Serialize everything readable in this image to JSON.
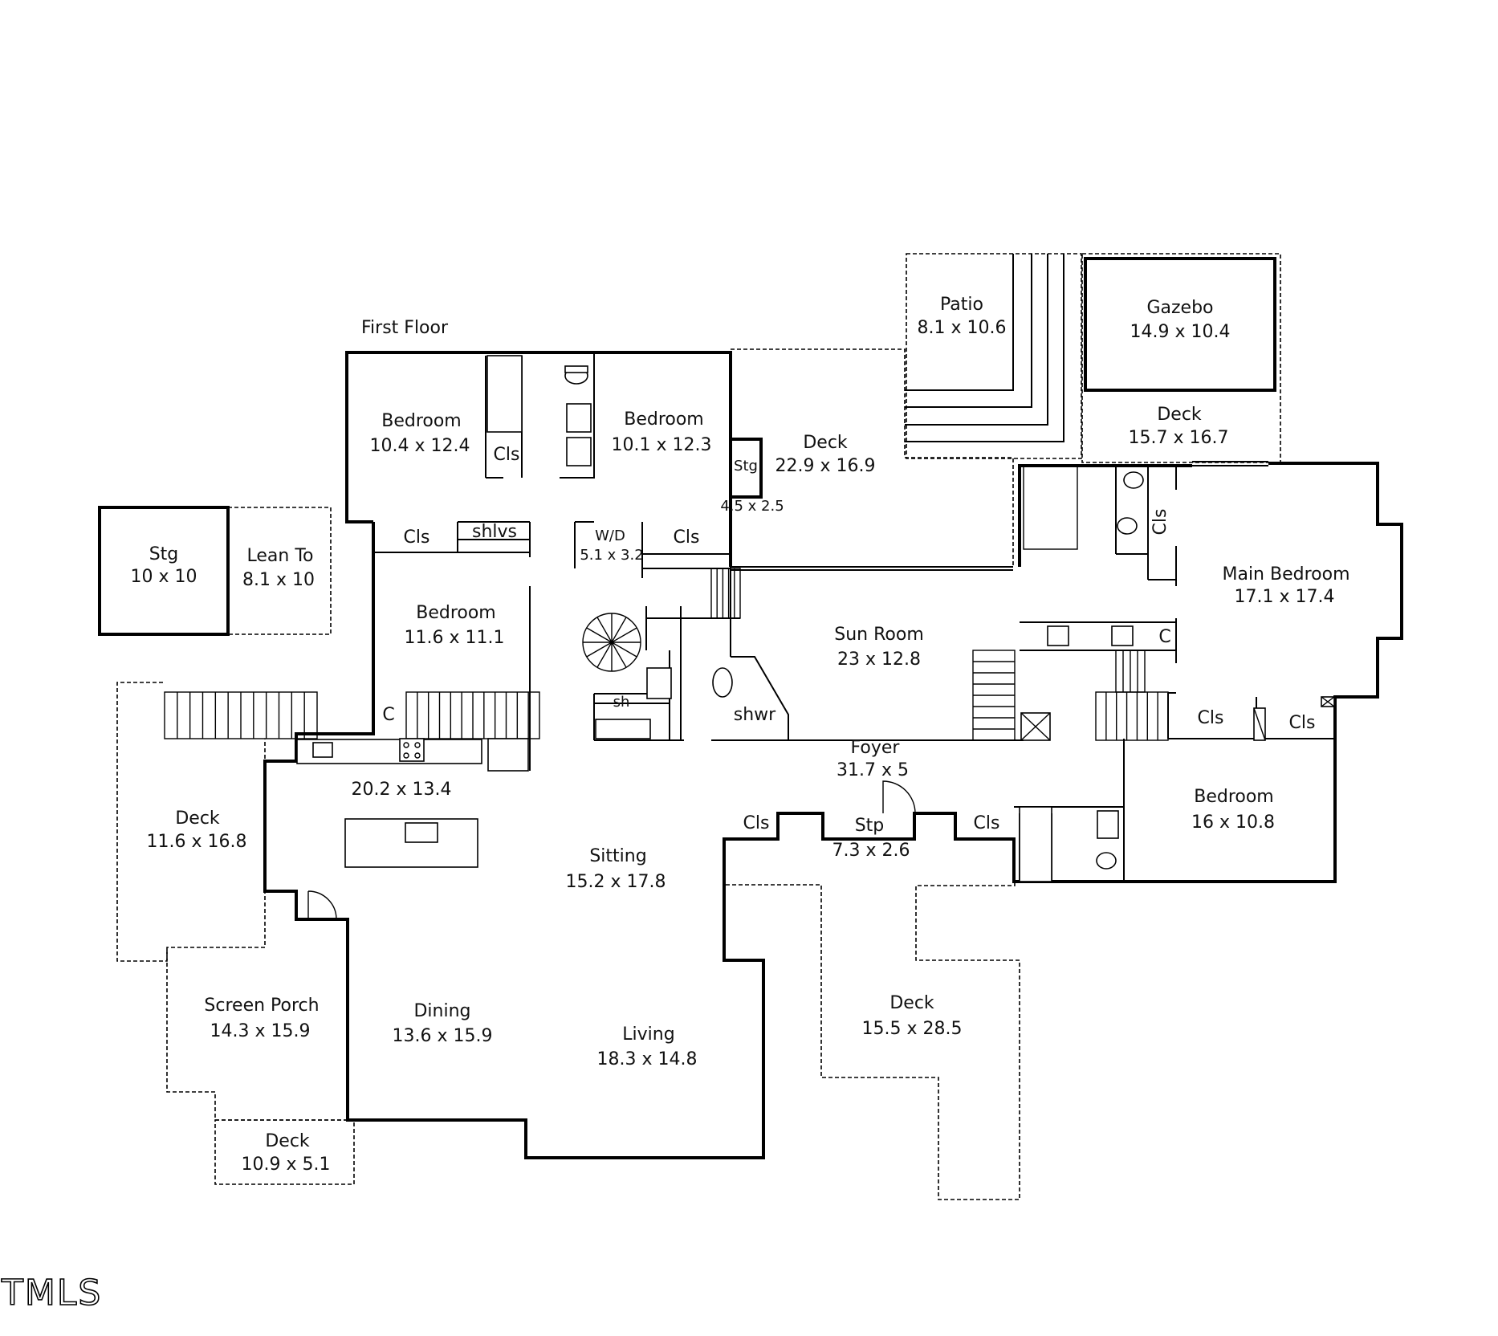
{
  "title": "First Floor",
  "logo_text": "TMLS",
  "rooms": {
    "stg_outer": {
      "name": "Stg",
      "dims": "10 x 10"
    },
    "lean_to": {
      "name": "Lean To",
      "dims": "8.1 x 10"
    },
    "bedroom_nw": {
      "name": "Bedroom",
      "dims": "10.4 x 12.4"
    },
    "bedroom_n": {
      "name": "Bedroom",
      "dims": "10.1 x 12.3"
    },
    "bedroom_w": {
      "name": "Bedroom",
      "dims": "11.6 x 11.1"
    },
    "deck_north": {
      "name": "Deck",
      "dims": "22.9 x 16.9"
    },
    "stg_small": {
      "name": "Stg",
      "dims": "4.5 x 2.5"
    },
    "patio": {
      "name": "Patio",
      "dims": "8.1 x 10.6"
    },
    "gazebo": {
      "name": "Gazebo",
      "dims": "14.9 x 10.4"
    },
    "deck_ne": {
      "name": "Deck",
      "dims": "15.7 x 16.7"
    },
    "main_bedroom": {
      "name": "Main Bedroom",
      "dims": "17.1 x 17.4"
    },
    "sun_room": {
      "name": "Sun Room",
      "dims": "23 x 12.8"
    },
    "kitchen": {
      "name": "",
      "dims": "20.2 x 13.4"
    },
    "deck_west": {
      "name": "Deck",
      "dims": "11.6 x 16.8"
    },
    "foyer": {
      "name": "Foyer",
      "dims": "31.7 x 5"
    },
    "stoop": {
      "name": "Stp",
      "dims": "7.3 x 2.6"
    },
    "bedroom_se": {
      "name": "Bedroom",
      "dims": "16 x 10.8"
    },
    "sitting": {
      "name": "Sitting",
      "dims": "15.2 x 17.8"
    },
    "screen_porch": {
      "name": "Screen Porch",
      "dims": "14.3 x 15.9"
    },
    "dining": {
      "name": "Dining",
      "dims": "13.6 x 15.9"
    },
    "living": {
      "name": "Living",
      "dims": "18.3 x 14.8"
    },
    "deck_south": {
      "name": "Deck",
      "dims": "15.5 x 28.5"
    },
    "deck_small": {
      "name": "Deck",
      "dims": "10.9 x 5.1"
    }
  },
  "labels": {
    "cls": "Cls",
    "c": "C",
    "shelves": "shlvs",
    "wd": "W/D",
    "wd_dims": "5.1 x 3.2",
    "shower": "shwr",
    "sh": "sh"
  }
}
